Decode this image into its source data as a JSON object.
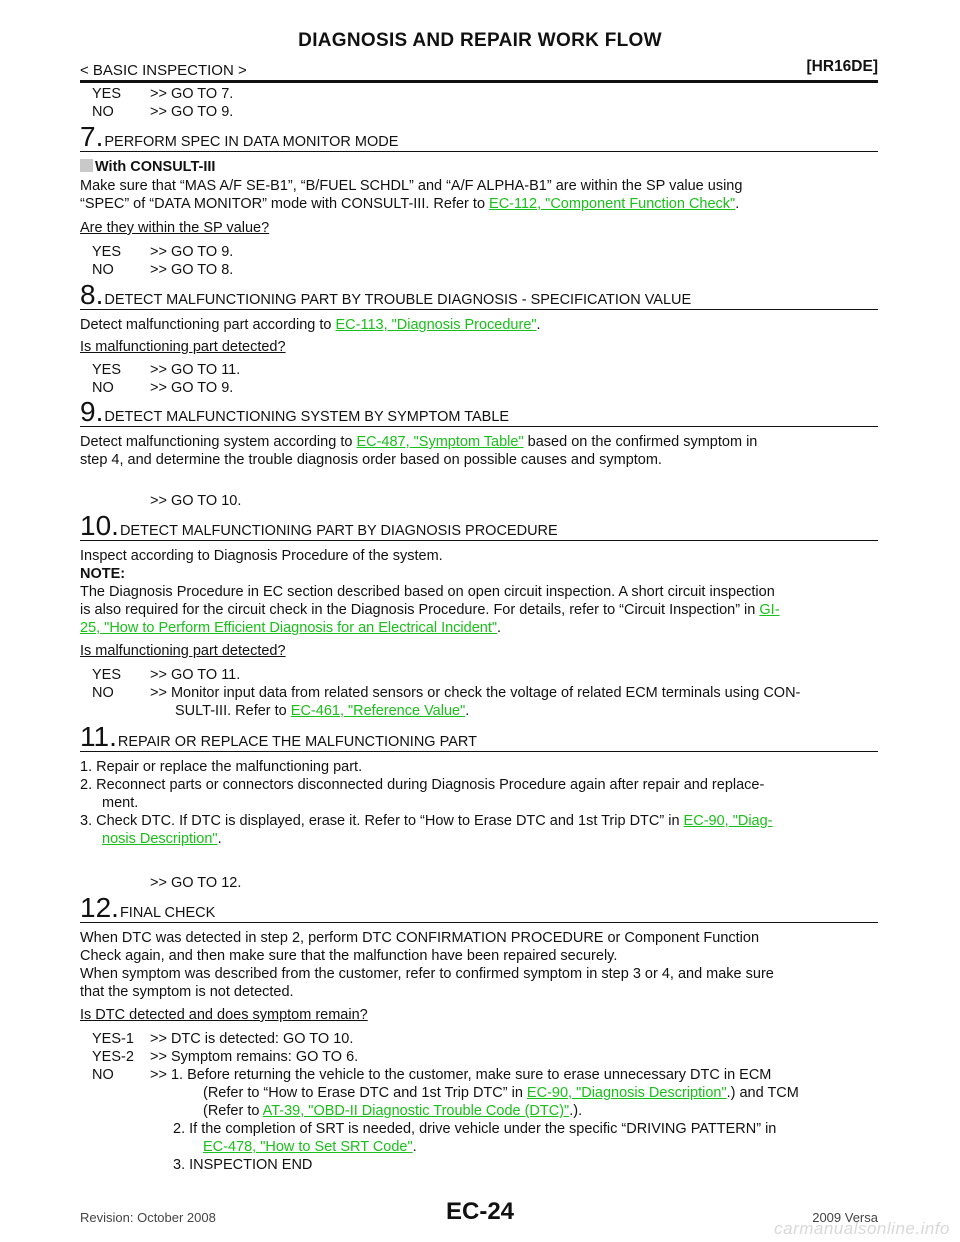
{
  "header": {
    "title": "DIAGNOSIS AND REPAIR WORK FLOW",
    "section": "< BASIC INSPECTION >",
    "engine": "[HR16DE]"
  },
  "top_answers": [
    {
      "key": "YES",
      "text": ">> GO TO 7."
    },
    {
      "key": "NO",
      "text": ">> GO TO 9."
    }
  ],
  "step7": {
    "num": "7.",
    "title": "PERFORM SPEC IN DATA MONITOR MODE",
    "tool": "With CONSULT-III",
    "body1": "Make sure that “MAS A/F SE-B1”, “B/FUEL SCHDL” and “A/F ALPHA-B1” are within the SP value using",
    "body2": "“SPEC” of “DATA MONITOR” mode with CONSULT-III. Refer to ",
    "link": "EC-112, \"Component Function Check\"",
    "question": "Are they within the SP value?",
    "yes": ">> GO TO 9.",
    "no": ">> GO TO 8."
  },
  "step8": {
    "num": "8.",
    "title": "DETECT MALFUNCTIONING PART BY TROUBLE DIAGNOSIS - SPECIFICATION VALUE",
    "body": "Detect malfunctioning part according to ",
    "link": "EC-113, \"Diagnosis Procedure\"",
    "question": "Is malfunctioning part detected?",
    "yes": ">> GO TO 11.",
    "no": ">> GO TO 9."
  },
  "step9": {
    "num": "9.",
    "title": "DETECT MALFUNCTIONING SYSTEM BY SYMPTOM TABLE",
    "body1_pre": "Detect malfunctioning system according to ",
    "link": "EC-487, \"Symptom Table\"",
    "body1_post": " based on the confirmed symptom in",
    "body2": "step 4, and determine the trouble diagnosis order based on possible causes and symptom.",
    "goto": ">> GO TO 10."
  },
  "step10": {
    "num": "10.",
    "title": "DETECT MALFUNCTIONING PART BY DIAGNOSIS PROCEDURE",
    "body": "Inspect according to Diagnosis Procedure of the system.",
    "note_label": "NOTE:",
    "note1": "The Diagnosis Procedure in EC section described based on open circuit inspection. A short circuit inspection",
    "note2": "is also required for the circuit check in the Diagnosis Procedure. For details, refer to “Circuit Inspection” in ",
    "link_a": "GI-",
    "link_b": "25, \"How to Perform Efficient Diagnosis for an Electrical Incident\"",
    "question": "Is malfunctioning part detected?",
    "yes": ">> GO TO 11.",
    "no1": ">> Monitor input data from related sensors or check the voltage of related ECM terminals using CON-",
    "no2": "SULT-III. Refer to ",
    "no_link": "EC-461, \"Reference Value\""
  },
  "step11": {
    "num": "11.",
    "title": "REPAIR OR REPLACE THE MALFUNCTIONING PART",
    "item1": "1.   Repair or replace the malfunctioning part.",
    "item2a": "2.   Reconnect parts or connectors disconnected during Diagnosis Procedure again after repair and replace-",
    "item2b": "ment.",
    "item3a": "3.   Check DTC. If DTC is displayed, erase it. Refer to “How to Erase DTC and 1st Trip DTC” in ",
    "item3_link_a": "EC-90, \"Diag-",
    "item3_link_b": "nosis Description\"",
    "goto": ">> GO TO 12."
  },
  "step12": {
    "num": "12.",
    "title": "FINAL CHECK",
    "p1a": "When DTC was detected in step 2, perform DTC CONFIRMATION PROCEDURE or Component Function",
    "p1b": "Check again, and then make sure that the malfunction have been repaired securely.",
    "p2a": "When symptom was described from the customer, refer to confirmed symptom in step 3 or 4, and make sure",
    "p2b": "that the symptom is not detected.",
    "question": "Is DTC detected and does symptom remain?",
    "yes1_key": "YES-1",
    "yes1": ">> DTC is detected: GO TO 10.",
    "yes2_key": "YES-2",
    "yes2": ">> Symptom remains: GO TO 6.",
    "no_key": "NO",
    "no1a": ">> 1.   Before returning the vehicle to the customer, make sure to erase unnecessary DTC in ECM",
    "no1b_pre": "(Refer to “How to Erase DTC and 1st Trip DTC” in ",
    "no1b_link": "EC-90, \"Diagnosis Description\"",
    "no1b_post": ".) and TCM",
    "no1c_pre": "(Refer to ",
    "no1c_link": "AT-39, \"OBD-II Diagnostic Trouble Code (DTC)\"",
    "no1c_post": ".).",
    "no2a": "2.   If the completion of SRT is needed, drive vehicle under the specific “DRIVING PATTERN” in",
    "no2b_link": "EC-478, \"How to Set SRT Code\"",
    "no3": "3.   INSPECTION END"
  },
  "footer": {
    "revision": "Revision: October 2008",
    "page": "EC-24",
    "model": "2009 Versa",
    "watermark": "carmanualsonline.info"
  },
  "colors": {
    "link": "#19c019",
    "text": "#111111"
  }
}
